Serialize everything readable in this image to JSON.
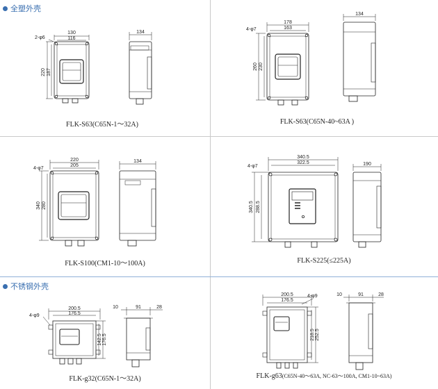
{
  "sections": [
    {
      "title": "全塑外壳"
    },
    {
      "title": "不锈钢外壳"
    }
  ],
  "items": [
    {
      "model": "FLK-S63",
      "spec": "(C65N-1～32A)",
      "dims": {
        "outer_w": "130",
        "inner_w": "116",
        "outer_h": "220",
        "inner_h": "187",
        "hole": "2-φ6",
        "depth": "134"
      }
    },
    {
      "model": "FLK-S63",
      "spec": "(C65N-40~63A )",
      "dims": {
        "outer_w": "178",
        "inner_w": "163",
        "outer_h": "260",
        "inner_h": "230",
        "hole": "4-φ7",
        "depth": "134"
      }
    },
    {
      "model": "FLK-S100",
      "spec": "(CM1-10～100A)",
      "dims": {
        "outer_w": "220",
        "inner_w": "205",
        "outer_h": "340",
        "inner_h": "280",
        "hole": "4-φ7",
        "depth": "134"
      }
    },
    {
      "model": "FLK-S225",
      "spec": "(≤225A)",
      "dims": {
        "outer_w": "340.5",
        "inner_w": "322.5",
        "outer_h": "340.5",
        "inner_h": "288.5",
        "hole": "4-φ7",
        "depth": "190"
      }
    },
    {
      "model": "FLK-g32",
      "spec": "(C65N-1～32A)",
      "dims": {
        "outer_w": "200.5",
        "inner_w": "176.5",
        "outer_h": "176.5",
        "inner_h": "142.5",
        "hole": "4-φ9",
        "side_left": "10",
        "side_mid": "91",
        "side_right": "28"
      }
    },
    {
      "model": "FLK-g63",
      "spec": "(C65N-40～63A, NC-63～100A, CM1-10~63A)",
      "dims": {
        "outer_w": "200.5",
        "inner_w": "176.5",
        "outer_h": "252.5",
        "inner_h": "218.5",
        "hole": "4-φ9",
        "side_left": "10",
        "side_mid": "91",
        "side_right": "28"
      }
    }
  ]
}
